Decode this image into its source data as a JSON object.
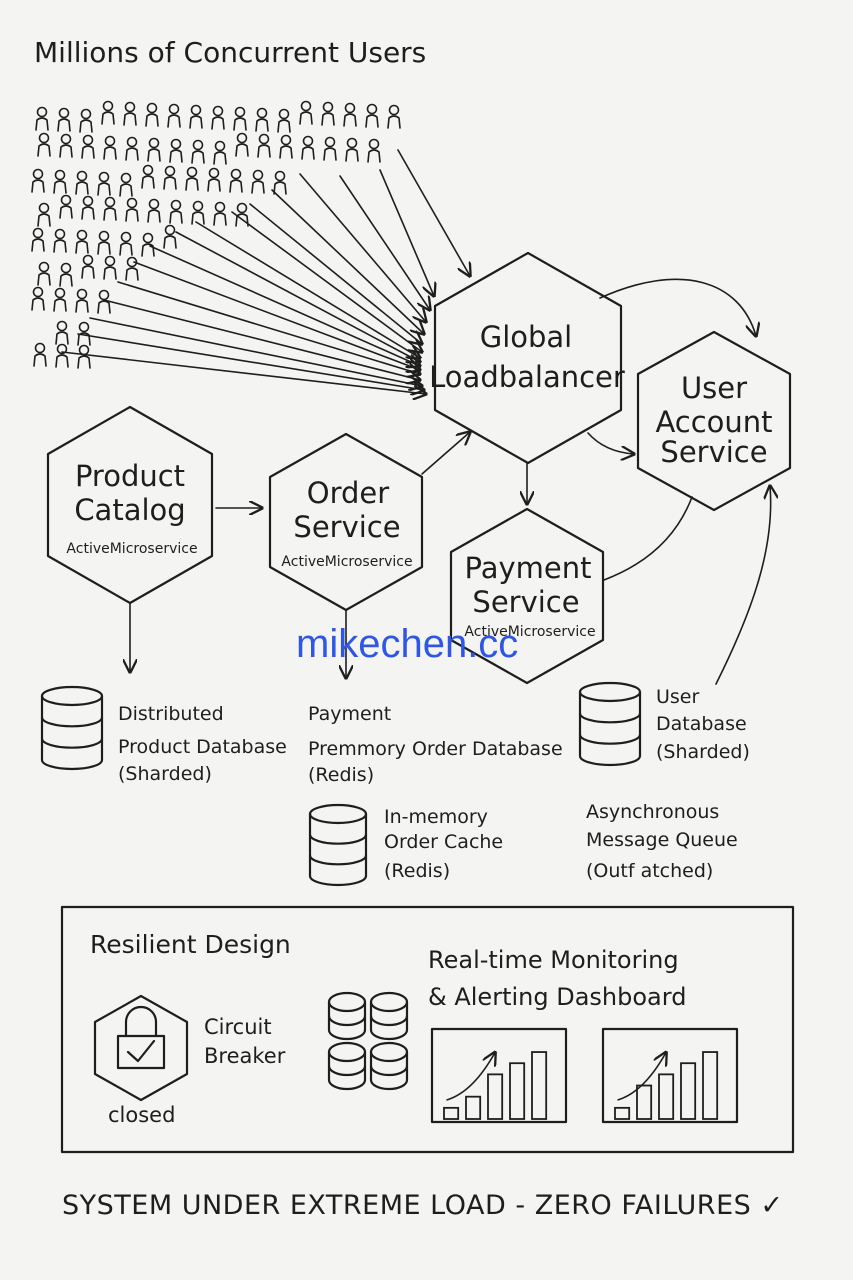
{
  "title": "Millions of Concurrent Users",
  "nodes": {
    "lb": {
      "line1": "Global",
      "line2": "Loadbalancer"
    },
    "user_account": {
      "line1": "User",
      "line2": "Account",
      "line3": "Service"
    },
    "catalog": {
      "line1": "Product",
      "line2": "Catalog",
      "sub": "ActiveMicroservice"
    },
    "order": {
      "line1": "Order",
      "line2": "Service",
      "sub": "ActiveMicroservice"
    },
    "payment": {
      "line1": "Payment",
      "line2": "Service",
      "sub": "ActiveMicroservice"
    }
  },
  "stores": {
    "product_db": {
      "line1": "Distributed",
      "line2": "Product Database",
      "line3": "(Sharded)"
    },
    "order_db": {
      "line1": "Payment",
      "line2": "Premmory Order Database",
      "line3": "(Redis)"
    },
    "order_cache": {
      "line1": "In-memory",
      "line2": "Order Cache",
      "line3": "(Redis)"
    },
    "user_db": {
      "line1": "User",
      "line2": "Database",
      "line3": "(Sharded)"
    },
    "queue": {
      "line1": "Asynchronous",
      "line2": "Message Queue",
      "line3": "(Outf atched)"
    }
  },
  "resilience": {
    "heading": "Resilient Design",
    "breaker_line1": "Circuit",
    "breaker_line2": "Breaker",
    "breaker_state": "closed",
    "monitor_line1": "Real-time Monitoring",
    "monitor_line2": "& Alerting Dashboard"
  },
  "footer": "SYSTEM UNDER EXTREME LOAD - ZERO FAILURES ✓",
  "watermark": "mikechen.cc",
  "charts": [
    {
      "values": [
        1,
        2,
        4,
        5,
        6
      ]
    },
    {
      "values": [
        1,
        3,
        4,
        5,
        6
      ]
    }
  ]
}
